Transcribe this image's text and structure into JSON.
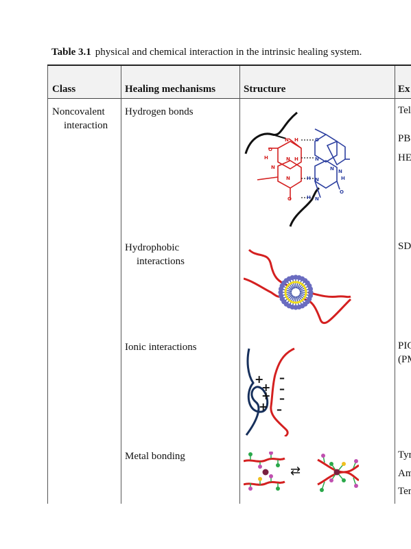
{
  "caption": {
    "label": "Table 3.1",
    "text": "physical and chemical interaction in the intrinsic healing system."
  },
  "headers": {
    "class": "Class",
    "mechanism": "Healing mechanisms",
    "structure": "Structure",
    "examples": "Ex"
  },
  "class_cell": {
    "line1": "Noncovalent",
    "line2": "interaction"
  },
  "rows": [
    {
      "mechanism_line1": "Hydrogen bonds",
      "mechanism_line2": "",
      "example_lines": [
        "Tel",
        "PB",
        "HE"
      ],
      "figure": "hydrogen-bond-structure",
      "atoms": {
        "O": "O",
        "N": "N",
        "H": "H"
      }
    },
    {
      "mechanism_line1": "Hydrophobic",
      "mechanism_line2": "interactions",
      "example_lines": [
        "SD"
      ],
      "figure": "micelle-structure"
    },
    {
      "mechanism_line1": "Ionic interactions",
      "mechanism_line2": "",
      "example_lines": [
        "PIC",
        "(PM"
      ],
      "figure": "ionic-structure",
      "charges": {
        "plus": "+",
        "minus": "–"
      }
    },
    {
      "mechanism_line1": "Metal bonding",
      "mechanism_line2": "",
      "example_lines": [
        "Tyr",
        "Am",
        "Ter"
      ],
      "figure": "metal-bonding-structure",
      "equilibrium_arrow": "⇄"
    }
  ],
  "colors": {
    "red": "#d42020",
    "blue": "#2c3fa0",
    "navy": "#17305c",
    "yellow": "#f0dc1e",
    "micelle_dots": "#6a6cc0",
    "header_bg": "#f2f2f2"
  }
}
